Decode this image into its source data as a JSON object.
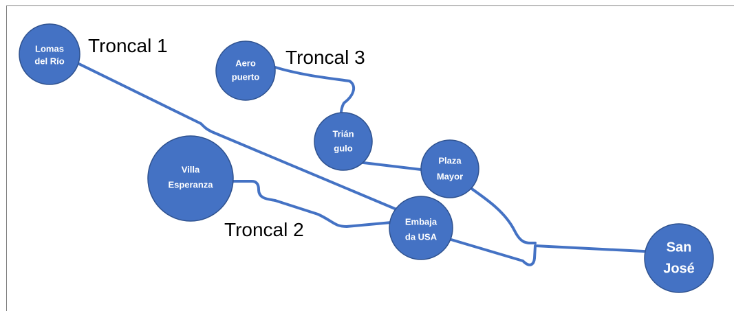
{
  "colors": {
    "node_fill": "#4472c4",
    "node_border": "#2f528f",
    "route_line": "#4472c4",
    "node_text": "#ffffff",
    "label_text": "#000000"
  },
  "routes": {
    "troncal_1": {
      "label": "Troncal 1",
      "stops": [
        "Lomas del Río",
        "Embajada USA",
        "San José"
      ]
    },
    "troncal_2": {
      "label": "Troncal 2",
      "stops": [
        "Villa Esperanza",
        "Embajada USA",
        "San José"
      ]
    },
    "troncal_3": {
      "label": "Troncal 3",
      "stops": [
        "Aeropuerto",
        "Triángulo",
        "Plaza Mayor",
        "San José"
      ]
    }
  },
  "stations": {
    "lomas_del_rio": {
      "line1": "Lomas",
      "line2": "del Río"
    },
    "aeropuerto": {
      "line1": "Aero",
      "line2": "puerto"
    },
    "triangulo": {
      "line1": "Trián",
      "line2": "gulo"
    },
    "villa_esperanza": {
      "line1": "Villa",
      "line2": "Esperanza"
    },
    "plaza_mayor": {
      "line1": "Plaza",
      "line2": "Mayor"
    },
    "embajada_usa": {
      "line1": "Embaja",
      "line2": "da USA"
    },
    "san_jose": {
      "line1": "San",
      "line2": "José"
    }
  }
}
